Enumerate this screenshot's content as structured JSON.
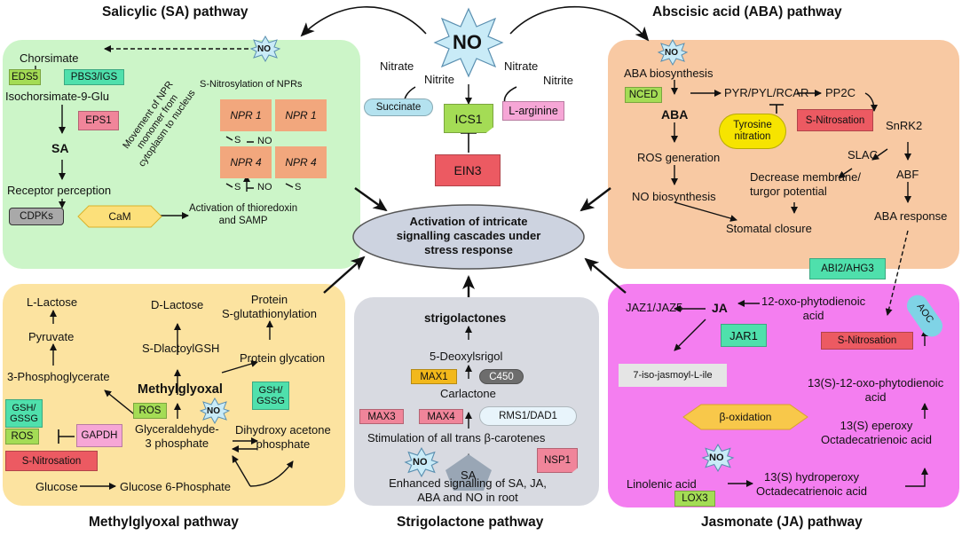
{
  "titles": {
    "sa": "Salicylic (SA) pathway",
    "aba": "Abscisic acid (ABA) pathway",
    "mg": "Methylglyoxal pathway",
    "sl": "Strigolactone pathway",
    "ja": "Jasmonate (JA) pathway"
  },
  "center": {
    "no": "NO",
    "nitrate_left": "Nitrate",
    "nitrite_left": "Nitrite",
    "nitrate_right": "Nitrate",
    "nitrite_right": "Nitrite",
    "succinate": "Succinate",
    "larginine": "L-arginine",
    "ics1": "ICS1",
    "ein3": "EIN3",
    "ellipse": [
      "Activation of intricate",
      "signalling cascades under",
      "stress response"
    ]
  },
  "sa": {
    "no": "NO",
    "chorsimate": "Chorsimate",
    "eds5": "EDS5",
    "pbs3": "PBS3/IGS",
    "isochorismate": "Isochorsimate-9-Glu",
    "eps1": "EPS1",
    "sa": "SA",
    "receptor": "Receptor perception",
    "cdpks": "CDPKs",
    "cam": "CaM",
    "snitrosylation": "S-Nitrosylation of NPRs",
    "movement": [
      "Movement of NPR",
      "monomer from",
      "cytoplasm to nucleus"
    ],
    "npr1a": "NPR 1",
    "npr1b": "NPR 1",
    "npr4a": "NPR 4",
    "npr4b": "NPR 4",
    "s": "S",
    "no_small": "NO",
    "activation": [
      "Activation of thioredoxin",
      "and SAMP"
    ]
  },
  "aba": {
    "no": "NO",
    "biosynthesis": "ABA biosynthesis",
    "nced": "NCED",
    "aba": "ABA",
    "pyr": "PYR/PYL/RCAR",
    "pp2c": "PP2C",
    "tyrosine": [
      "Tyrosine",
      "nitration"
    ],
    "snitrosation": "S-Nitrosation",
    "snrk2": "SnRK2",
    "ros": "ROS generation",
    "slac": "SLAC",
    "abf": "ABF",
    "decrease": [
      "Decrease membrane/",
      "turgor potential"
    ],
    "no_bio": "NO biosynthesis",
    "stomatal": "Stomatal closure",
    "response": "ABA response"
  },
  "abi2": "ABI2/AHG3",
  "mg": {
    "llactose": "L-Lactose",
    "dlactose": "D-Lactose",
    "protein": [
      "Protein",
      "S-glutathionylation"
    ],
    "pyruvate": "Pyruvate",
    "sdlactoyl": "S-DlactoylGSH",
    "glycation": "Protein glycation",
    "phosphoglycerate": "3-Phosphoglycerate",
    "methylglyoxal": "Methylglyoxal",
    "gsh_left": [
      "GSH/",
      "GSSG"
    ],
    "gsh_right": [
      "GSH/",
      "GSSG"
    ],
    "ros_a": "ROS",
    "ros_b": "ROS",
    "no": "NO",
    "gapdh": "GAPDH",
    "g3p": [
      "Glyceraldehyde-",
      "3 phosphate"
    ],
    "dhap": [
      "Dihydroxy acetone",
      "phosphate"
    ],
    "snitrosation": "S-Nitrosation",
    "glucose": "Glucose",
    "g6p": "Glucose 6-Phosphate"
  },
  "sl": {
    "strigolactones": "strigolactones",
    "deoxy": "5-Deoxylsrigol",
    "max1": "MAX1",
    "c450": "C450",
    "carlactone": "Carlactone",
    "max3": "MAX3",
    "max4": "MAX4",
    "rms1": "RMS1/DAD1",
    "stimulation": "Stimulation of all trans β-carotenes",
    "no": "NO",
    "sa": "SA",
    "nsp1": "NSP1",
    "enhanced": [
      "Enhanced signalling of SA, JA,",
      "ABA and NO in root"
    ]
  },
  "ja": {
    "jaz": "JAZ1/JAZ5",
    "ja": "JA",
    "opda": [
      "12-oxo-phytodienoic",
      "acid"
    ],
    "aoc": "AOC",
    "jar1": "JAR1",
    "snitrosation": "S-Nitrosation",
    "iso": "7-iso-jasmoyl-L-ile",
    "opda13": [
      "13(S)-12-oxo-phytodienoic",
      "acid"
    ],
    "boxidation": "β-oxidation",
    "eperoxy": [
      "13(S) eperoxy",
      "Octadecatrienoic acid"
    ],
    "no": "NO",
    "linolenic": "Linolenic acid",
    "lox3": "LOX3",
    "hydroperoxy": [
      "13(S) hydroperoxy",
      "Octadecatrienoic acid"
    ]
  },
  "colors": {
    "sa_panel": "#ccf5c8",
    "aba_panel": "#f8c9a3",
    "mg_panel": "#fce3a0",
    "sl_panel": "#d8dae1",
    "ja_panel": "#f47ef0",
    "green_box": "#a4dc55",
    "pink_box": "#f0859a",
    "red_box": "#ec5a62",
    "salmon_box": "#f2a77d",
    "grey_box": "#a9a9a9",
    "teal_box": "#4fe0ac",
    "yellow_box": "#f6e400",
    "cyan": "#b4e2ef",
    "star_fill": "#c9ebf7",
    "ellipse": "#cdd3e0"
  },
  "icons": [
    "no-star-icon",
    "sa-pentagon-icon",
    "cam-hexagon-icon",
    "boxidation-hexagon-icon",
    "curved-arrow-icon",
    "inhibition-icon"
  ]
}
